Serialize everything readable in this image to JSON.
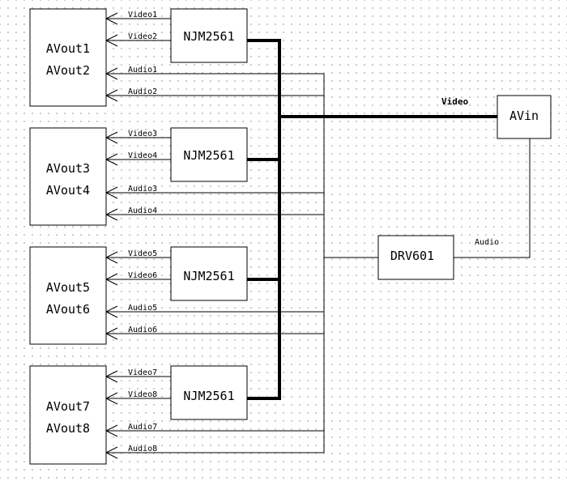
{
  "blocks": {
    "avout12": {
      "line1": "AVout1",
      "line2": "AVout2"
    },
    "avout34": {
      "line1": "AVout3",
      "line2": "AVout4"
    },
    "avout56": {
      "line1": "AVout5",
      "line2": "AVout6"
    },
    "avout78": {
      "line1": "AVout7",
      "line2": "AVout8"
    },
    "njm1": "NJM2561",
    "njm2": "NJM2561",
    "njm3": "NJM2561",
    "njm4": "NJM2561",
    "drv": "DRV601",
    "avin": "AVin"
  },
  "signals": {
    "video1": "Video1",
    "video2": "Video2",
    "video3": "Video3",
    "video4": "Video4",
    "video5": "Video5",
    "video6": "Video6",
    "video7": "Video7",
    "video8": "Video8",
    "audio1": "Audio1",
    "audio2": "Audio2",
    "audio3": "Audio3",
    "audio4": "Audio4",
    "audio5": "Audio5",
    "audio6": "Audio6",
    "audio7": "Audio7",
    "audio8": "Audio8",
    "video_main": "Video",
    "audio_main": "Audio"
  }
}
